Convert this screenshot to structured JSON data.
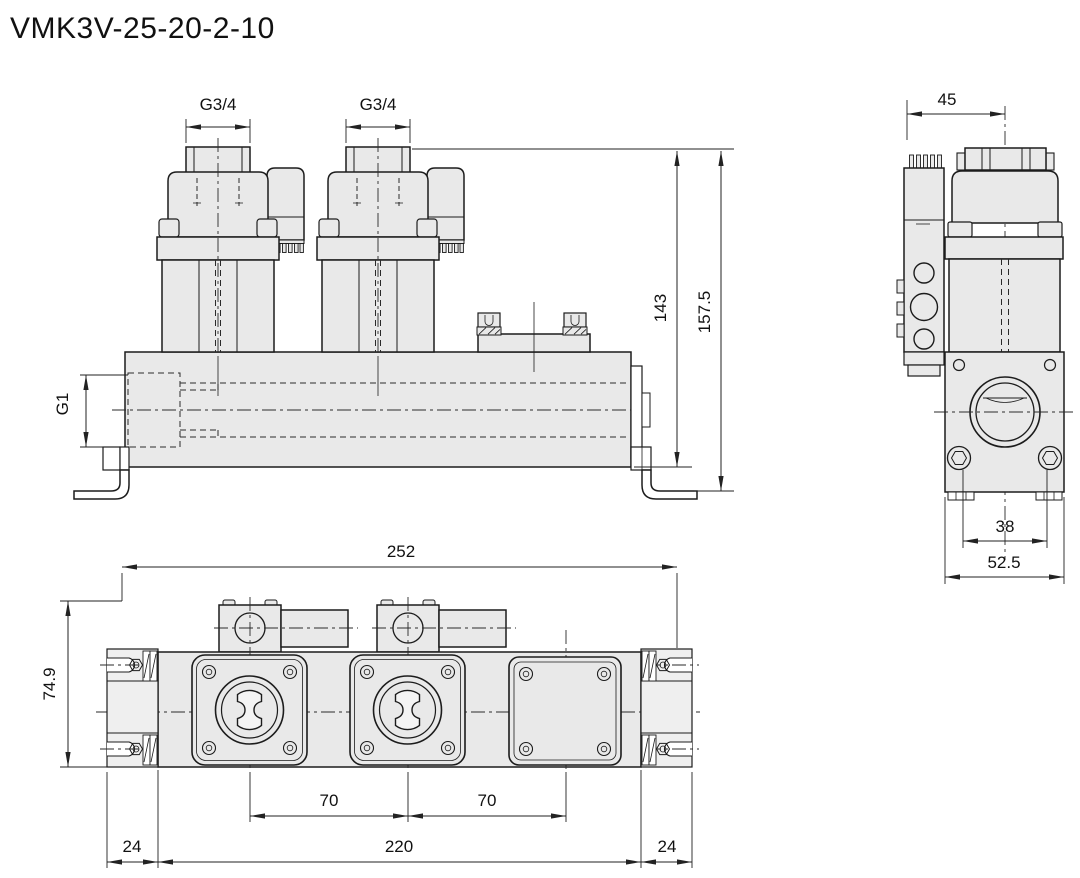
{
  "title": "VMK3V-25-20-2-10",
  "colors": {
    "line": "#1c1c1c",
    "fill": "#e9e9e9",
    "background": "#ffffff"
  },
  "front_view": {
    "dims": {
      "port1": "G3/4",
      "port2": "G3/4",
      "inlet_port": "G1",
      "body_height": "143",
      "overall_height": "157.5"
    }
  },
  "side_view": {
    "dims": {
      "solenoid_offset": "45",
      "mount_hole_spacing": "38",
      "overall_width": "52.5"
    }
  },
  "bottom_view": {
    "dims": {
      "overall_length": "252",
      "overall_depth": "74.9",
      "station_pitch_a": "70",
      "station_pitch_b": "70",
      "left_bracket_width": "24",
      "body_length": "220",
      "right_bracket_width": "24"
    }
  }
}
